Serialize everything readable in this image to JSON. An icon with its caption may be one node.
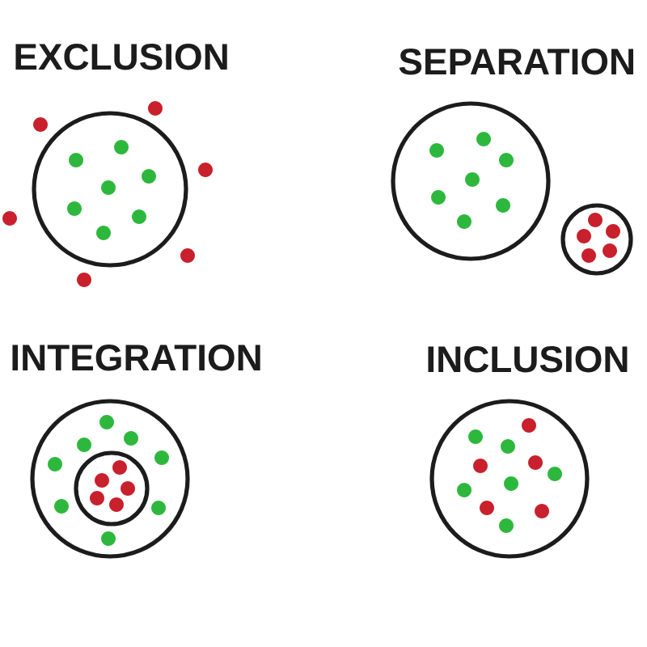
{
  "diagram": {
    "nodes": [
      {
        "text": [
          "EXCLUSION"
        ]
      },
      {
        "text": [
          "SEPARATION"
        ]
      },
      {
        "text": [],
        "shape": "circle"
      },
      {
        "text": [
          "INTEGRATION"
        ]
      },
      {
        "text": [],
        "shape": "circle",
        "in": 3
      },
      {
        "text": [
          "INCLUSION"
        ]
      }
    ]
  }
}
